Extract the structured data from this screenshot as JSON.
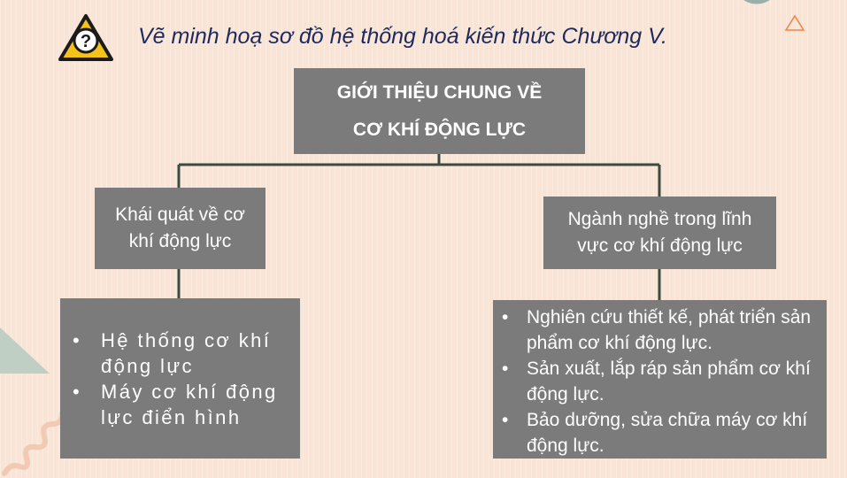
{
  "title": "Vẽ minh hoạ sơ đồ hệ thống hoá kiến thức Chương V.",
  "root": {
    "line1": "GIỚI THIỆU CHUNG VỀ",
    "line2": "CƠ KHÍ ĐỘNG LỰC"
  },
  "branches": [
    {
      "heading": {
        "line1": "Khái quát về cơ",
        "line2": "khí động lực"
      },
      "items": [
        "Hệ thống cơ khí động lực",
        "Máy cơ khí động lực điển hình"
      ]
    },
    {
      "heading": {
        "line1": "Ngành nghề trong lĩnh",
        "line2": "vực cơ khí động lực"
      },
      "items": [
        "Nghiên cứu thiết kế, phát triển sản phẩm cơ khí động lực.",
        "Sản xuất, lắp ráp sản phẩm cơ khí động lực.",
        "Bảo dưỡng, sửa chữa máy cơ khí động lực."
      ]
    }
  ],
  "icons": [
    "question-warning-icon"
  ],
  "colors": {
    "background": "#f9e4d6",
    "box": "#7b7b7b",
    "box_text": "#ffffff",
    "title_text": "#1f2a5c",
    "connector": "#3c4a40",
    "icon_yellow": "#f4c21b"
  }
}
